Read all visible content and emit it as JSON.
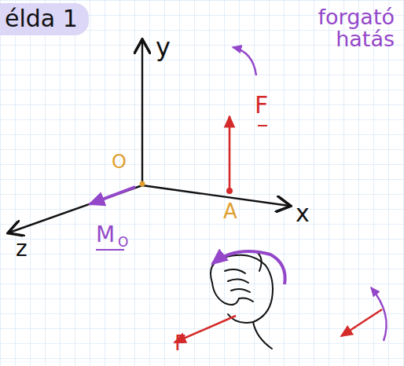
{
  "diagram": {
    "title": "élda 1",
    "labels": [
      "forgató hatás",
      "y",
      "F",
      "O",
      "A",
      "x",
      "z",
      "M",
      "O",
      "F"
    ]
  }
}
